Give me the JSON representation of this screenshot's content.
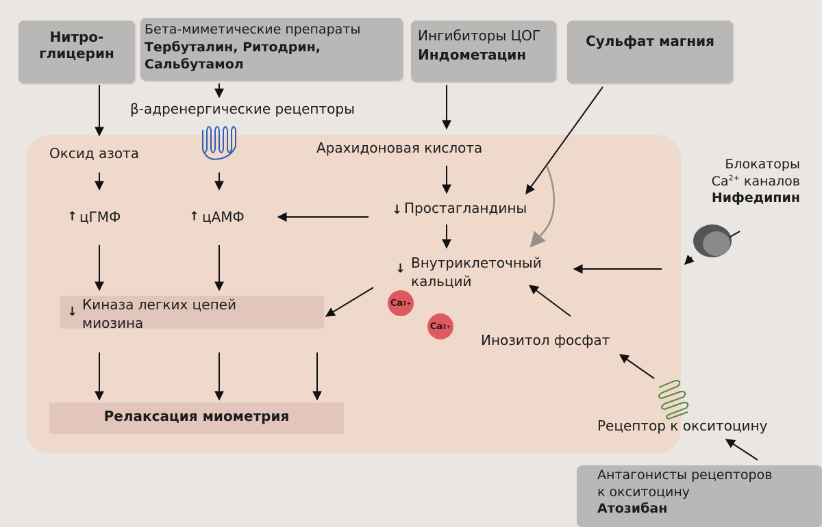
{
  "drugs": {
    "nitro_line1": "Нитро-",
    "nitro_line2": "глицерин",
    "beta_line1": "Бета-миметические препараты",
    "beta_line2": "Тербуталин, Ритодрин,",
    "beta_line3": "Сальбутамол",
    "cox_line1": "Ингибиторы ЦОГ",
    "cox_line2": "Индометацин",
    "magnesium": "Сульфат магния",
    "ca_blockers_line1": "Блокаторы",
    "ca_blockers_line2_prefix": "Ca",
    "ca_blockers_line2_sup": "2+",
    "ca_blockers_line2_suffix": " каналов",
    "ca_blockers_line3": "Нифедипин",
    "oxy_antag_line1": "Антагонисты рецепторов",
    "oxy_antag_line2": "к окситоцину",
    "oxy_antag_line3": "Атозибан"
  },
  "nodes": {
    "beta_receptors": "β-адренергические рецепторы",
    "nitric_oxide": "Оксид азота",
    "arachidonic_acid": "Арахидоновая кислота",
    "cgmp": "цГМФ",
    "camp": "цАМФ",
    "prostaglandins": "Простагландины",
    "intracellular_ca_line1": "Внутриклеточный",
    "intracellular_ca_line2": "кальций",
    "mlck_line1": "Киназа легких цепей",
    "mlck_line2": "миозина",
    "inositol_phosphate": "Инозитол фосфат",
    "oxytocin_receptor": "Рецептор к окситоцину",
    "relaxation": "Релаксация миометрия"
  },
  "ions": {
    "label": "Ca",
    "charge": "2+"
  },
  "marks": {
    "up": "↑",
    "down": "↓"
  },
  "colors": {
    "cell": "#efd9cb",
    "band": "#e3c6bb",
    "drug_box": "#b9b8b7",
    "ion": "#dc5a60",
    "beta_receptor": "#2f5fb8",
    "oxytocin_receptor": "#4f8a3c"
  },
  "icons": [
    "beta-receptor-icon",
    "oxytocin-receptor-icon",
    "calcium-channel-icon"
  ]
}
